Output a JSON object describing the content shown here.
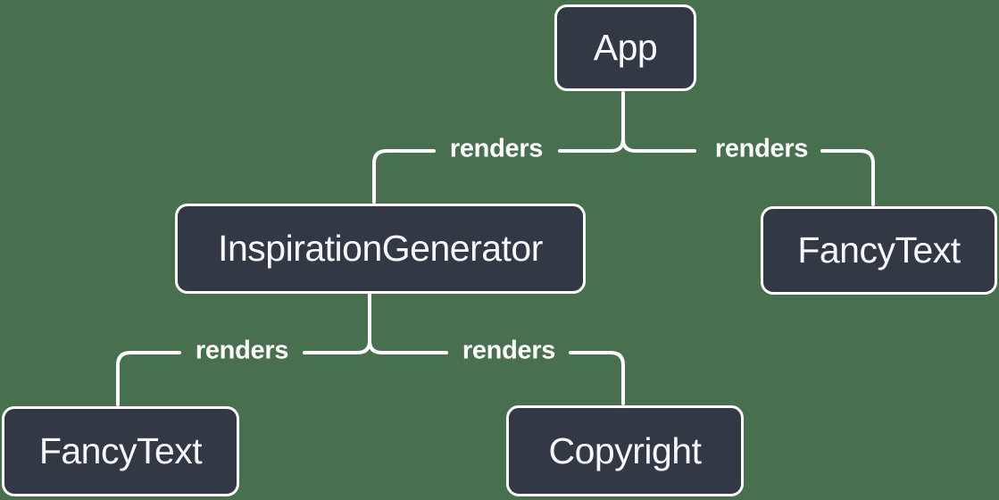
{
  "colors": {
    "background": "#48704E",
    "node_fill": "#323945",
    "node_border": "#FFFFFF",
    "node_text": "#F6F7F9",
    "connector": "#FFFFFF",
    "edge_label_text": "#FFFFFF"
  },
  "nodes": {
    "app": {
      "label": "App"
    },
    "inspiration_generator": {
      "label": "InspirationGenerator"
    },
    "fancy_text_top": {
      "label": "FancyText"
    },
    "fancy_text_bottom": {
      "label": "FancyText"
    },
    "copyright": {
      "label": "Copyright"
    }
  },
  "edges": {
    "app_to_inspiration_generator": {
      "label": "renders"
    },
    "app_to_fancy_text": {
      "label": "renders"
    },
    "inspiration_generator_to_fancy_text": {
      "label": "renders"
    },
    "inspiration_generator_to_copyright": {
      "label": "renders"
    }
  }
}
